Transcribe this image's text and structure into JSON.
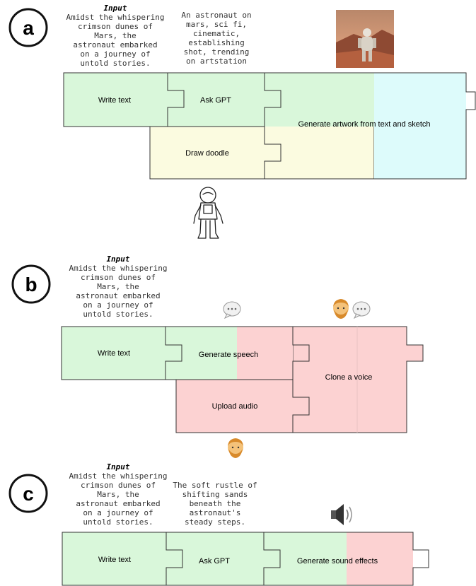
{
  "colors": {
    "green": "#d9f7da",
    "yellow": "#fbfbe0",
    "cyan": "#ddfbfb",
    "red": "#fcd2d2",
    "stroke": "#333333"
  },
  "panel_a": {
    "letter": "a",
    "input_title": "Input",
    "input_lines": [
      "Amidst the whispering",
      "crimson dunes of",
      "Mars, the",
      "astronaut embarked",
      "on a journey of",
      "untold stories."
    ],
    "prompt_lines": [
      "An astronaut on",
      "mars, sci fi,",
      "cinematic,",
      "establishing",
      "shot, trending",
      "on artstation"
    ],
    "write_text": "Write text",
    "ask_gpt": "Ask GPT",
    "generate_artwork": "Generate artwork from text and sketch",
    "draw_doodle": "Draw doodle",
    "image_icon": "astronaut-on-mars-image",
    "doodle_icon": "astronaut-doodle-icon"
  },
  "panel_b": {
    "letter": "b",
    "input_title": "Input",
    "input_lines": [
      "Amidst the whispering",
      "crimson dunes of",
      "Mars, the",
      "astronaut embarked",
      "on a journey of",
      "untold stories."
    ],
    "write_text": "Write text",
    "generate_speech": "Generate speech",
    "clone_voice": "Clone a voice",
    "upload_audio": "Upload audio",
    "speech_bubble_icon": "speech-bubble-icon",
    "face_icon": "bearded-man-face-icon"
  },
  "panel_c": {
    "letter": "c",
    "input_title": "Input",
    "input_lines": [
      "Amidst the whispering",
      "crimson dunes of",
      "Mars, the",
      "astronaut embarked",
      "on a journey of",
      "untold stories."
    ],
    "sound_lines": [
      "The soft rustle of",
      "shifting sands",
      "beneath the",
      "astronaut's",
      "steady steps."
    ],
    "write_text": "Write text",
    "ask_gpt": "Ask GPT",
    "generate_sound": "Generate sound effects",
    "speaker_icon": "speaker-icon"
  }
}
